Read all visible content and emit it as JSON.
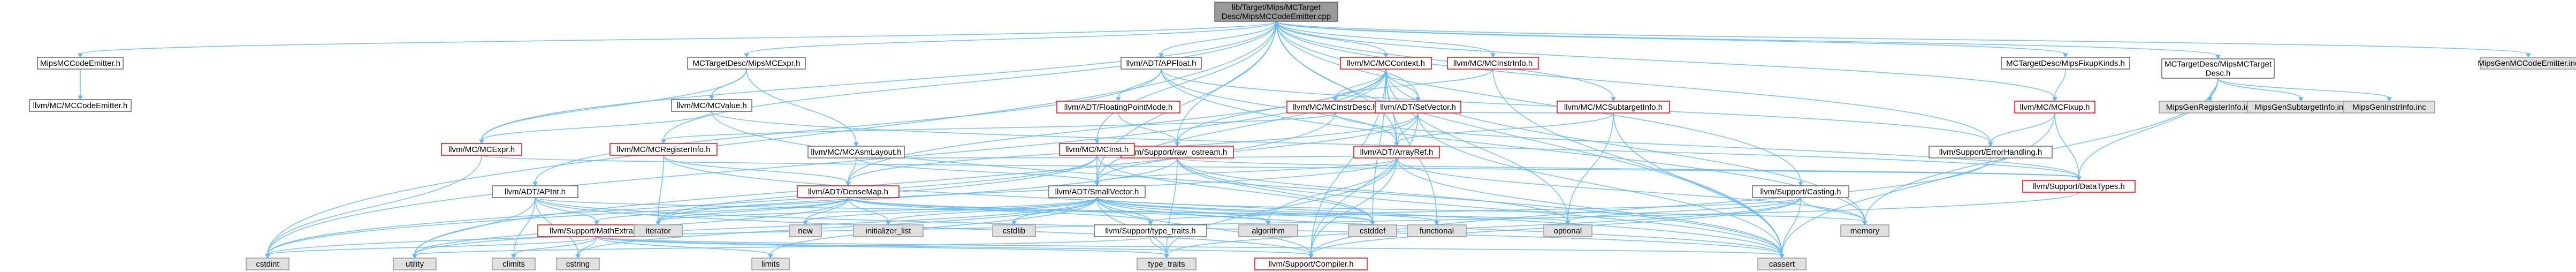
{
  "graph": {
    "colors": {
      "edge": "#63b8ff",
      "root_fill": "#999999",
      "normal_fill": "#ffffff",
      "normal_border": "#666666",
      "red_border": "#ff0000",
      "gray_fill": "#e0e0e0",
      "gray_border": "#999999"
    },
    "nodes": [
      {
        "id": "root",
        "label": [
          "lib/Target/Mips/MCTarget",
          "Desc/MipsMCCodeEmitter.cpp"
        ],
        "style": "root"
      },
      {
        "id": "mipsmcce",
        "label": [
          "MipsMCCodeEmitter.h"
        ],
        "style": "normal"
      },
      {
        "id": "llvmmcce",
        "label": [
          "llvm/MC/MCCodeEmitter.h"
        ],
        "style": "normal"
      },
      {
        "id": "mipsmcexpr",
        "label": [
          "MCTargetDesc/MipsMCExpr.h"
        ],
        "style": "normal"
      },
      {
        "id": "mcvalue",
        "label": [
          "llvm/MC/MCValue.h"
        ],
        "style": "normal"
      },
      {
        "id": "adtapfloat",
        "label": [
          "llvm/ADT/APFloat.h"
        ],
        "style": "normal"
      },
      {
        "id": "mccontext",
        "label": [
          "llvm/MC/MCContext.h"
        ],
        "style": "red"
      },
      {
        "id": "mcinstrinfo",
        "label": [
          "llvm/MC/MCInstrInfo.h"
        ],
        "style": "red"
      },
      {
        "id": "mipsfixupkinds",
        "label": [
          "MCTargetDesc/MipsFixupKinds.h"
        ],
        "style": "normal"
      },
      {
        "id": "mipsmctargetdesc",
        "label": [
          "MCTargetDesc/MipsMCTarget",
          "Desc.h"
        ],
        "style": "normal"
      },
      {
        "id": "mipsgenmcce",
        "label": [
          "MipsGenMCCodeEmitter.inc"
        ],
        "style": "gray"
      },
      {
        "id": "floatingpointmode",
        "label": [
          "llvm/ADT/FloatingPointMode.h"
        ],
        "style": "red"
      },
      {
        "id": "mcinstrdesc",
        "label": [
          "llvm/MC/MCInstrDesc.h"
        ],
        "style": "red"
      },
      {
        "id": "setvector",
        "label": [
          "llvm/ADT/SetVector.h"
        ],
        "style": "red"
      },
      {
        "id": "mcsubtargetinfo",
        "label": [
          "llvm/MC/MCSubtargetInfo.h"
        ],
        "style": "red"
      },
      {
        "id": "mcfixup",
        "label": [
          "llvm/MC/MCFixup.h"
        ],
        "style": "red"
      },
      {
        "id": "mipsgenreginfo",
        "label": [
          "MipsGenRegisterInfo.inc"
        ],
        "style": "gray"
      },
      {
        "id": "mipsgensubtargetinfo",
        "label": [
          "MipsGenSubtargetInfo.inc"
        ],
        "style": "gray"
      },
      {
        "id": "mipsgeninstrinfo",
        "label": [
          "MipsGenInstrInfo.inc"
        ],
        "style": "gray"
      },
      {
        "id": "mcasmlayout",
        "label": [
          "llvm/MC/MCAsmLayout.h"
        ],
        "style": "normal"
      },
      {
        "id": "rawostream",
        "label": [
          "llvm/Support/raw_ostream.h"
        ],
        "style": "red"
      },
      {
        "id": "arrayref",
        "label": [
          "llvm/ADT/ArrayRef.h"
        ],
        "style": "red"
      },
      {
        "id": "errorhandling",
        "label": [
          "llvm/Support/ErrorHandling.h"
        ],
        "style": "normal"
      },
      {
        "id": "mcexpr",
        "label": [
          "llvm/MC/MCExpr.h"
        ],
        "style": "red"
      },
      {
        "id": "mcregisterinfo",
        "label": [
          "llvm/MC/MCRegisterInfo.h"
        ],
        "style": "red"
      },
      {
        "id": "mcinst",
        "label": [
          "llvm/MC/MCInst.h"
        ],
        "style": "red"
      },
      {
        "id": "datatypes",
        "label": [
          "llvm/Support/DataTypes.h"
        ],
        "style": "red"
      },
      {
        "id": "adtapint",
        "label": [
          "llvm/ADT/APInt.h"
        ],
        "style": "normal"
      },
      {
        "id": "densemap",
        "label": [
          "llvm/ADT/DenseMap.h"
        ],
        "style": "red"
      },
      {
        "id": "smallvector",
        "label": [
          "llvm/ADT/SmallVector.h"
        ],
        "style": "normal"
      },
      {
        "id": "casting",
        "label": [
          "llvm/Support/Casting.h"
        ],
        "style": "normal"
      },
      {
        "id": "mathextras",
        "label": [
          "llvm/Support/MathExtras.h"
        ],
        "style": "red"
      },
      {
        "id": "typetraits",
        "label": [
          "llvm/Support/type_traits.h"
        ],
        "style": "normal"
      },
      {
        "id": "new",
        "label": [
          "new"
        ],
        "style": "gray"
      },
      {
        "id": "initlist",
        "label": [
          "initializer_list"
        ],
        "style": "gray"
      },
      {
        "id": "cstdlib",
        "label": [
          "cstdlib"
        ],
        "style": "gray"
      },
      {
        "id": "algorithm",
        "label": [
          "algorithm"
        ],
        "style": "gray"
      },
      {
        "id": "cstddef",
        "label": [
          "cstddef"
        ],
        "style": "gray"
      },
      {
        "id": "functional",
        "label": [
          "functional"
        ],
        "style": "gray"
      },
      {
        "id": "optional",
        "label": [
          "optional"
        ],
        "style": "gray"
      },
      {
        "id": "memory",
        "label": [
          "memory"
        ],
        "style": "gray"
      },
      {
        "id": "iterator",
        "label": [
          "iterator"
        ],
        "style": "gray"
      },
      {
        "id": "cstdint",
        "label": [
          "cstdint"
        ],
        "style": "gray"
      },
      {
        "id": "utility",
        "label": [
          "utility"
        ],
        "style": "gray"
      },
      {
        "id": "climits",
        "label": [
          "climits"
        ],
        "style": "gray"
      },
      {
        "id": "cstring",
        "label": [
          "cstring"
        ],
        "style": "gray"
      },
      {
        "id": "limits",
        "label": [
          "limits"
        ],
        "style": "gray"
      },
      {
        "id": "typetraitsstd",
        "label": [
          "type_traits"
        ],
        "style": "gray"
      },
      {
        "id": "compiler",
        "label": [
          "llvm/Support/Compiler.h"
        ],
        "style": "red"
      },
      {
        "id": "cassert",
        "label": [
          "cassert"
        ],
        "style": "gray"
      }
    ],
    "edges": [
      [
        "root",
        "mipsmcce"
      ],
      [
        "root",
        "mipsmcexpr"
      ],
      [
        "root",
        "adtapfloat"
      ],
      [
        "root",
        "mccontext"
      ],
      [
        "root",
        "mcinstrinfo"
      ],
      [
        "root",
        "mipsfixupkinds"
      ],
      [
        "root",
        "mipsmctargetdesc"
      ],
      [
        "root",
        "mipsgenmcce"
      ],
      [
        "root",
        "mcexpr"
      ],
      [
        "root",
        "mcinst"
      ],
      [
        "root",
        "mcfixup"
      ],
      [
        "root",
        "mcsubtargetinfo"
      ],
      [
        "root",
        "mcregisterinfo"
      ],
      [
        "root",
        "rawostream"
      ],
      [
        "root",
        "cstdint"
      ],
      [
        "root",
        "errorhandling"
      ],
      [
        "root",
        "setvector"
      ],
      [
        "root",
        "arrayref"
      ],
      [
        "root",
        "casting"
      ],
      [
        "root",
        "smallvector"
      ],
      [
        "root",
        "cassert"
      ],
      [
        "mipsmcce",
        "llvmmcce"
      ],
      [
        "mipsmcexpr",
        "mcvalue"
      ],
      [
        "mipsmcexpr",
        "mcasmlayout"
      ],
      [
        "mipsmcexpr",
        "mcexpr"
      ],
      [
        "mcvalue",
        "mcexpr"
      ],
      [
        "mcvalue",
        "datatypes"
      ],
      [
        "mcvalue",
        "cassert"
      ],
      [
        "adtapfloat",
        "floatingpointmode"
      ],
      [
        "adtapfloat",
        "adtapint"
      ],
      [
        "adtapfloat",
        "arrayref"
      ],
      [
        "adtapfloat",
        "errorhandling"
      ],
      [
        "adtapfloat",
        "memory"
      ],
      [
        "mccontext",
        "mcinstrdesc"
      ],
      [
        "mccontext",
        "setvector"
      ],
      [
        "mccontext",
        "rawostream"
      ],
      [
        "mccontext",
        "arrayref"
      ],
      [
        "mccontext",
        "densemap"
      ],
      [
        "mccontext",
        "smallvector"
      ],
      [
        "mccontext",
        "compiler"
      ],
      [
        "mccontext",
        "cstddef"
      ],
      [
        "mccontext",
        "cstdint"
      ],
      [
        "mccontext",
        "functional"
      ],
      [
        "mccontext",
        "memory"
      ],
      [
        "mccontext",
        "optional"
      ],
      [
        "mcinstrinfo",
        "mcinstrdesc"
      ],
      [
        "mcinstrinfo",
        "cassert"
      ],
      [
        "mipsfixupkinds",
        "mcfixup"
      ],
      [
        "mipsmctargetdesc",
        "datatypes"
      ],
      [
        "mipsmctargetdesc",
        "memory"
      ],
      [
        "mipsmctargetdesc",
        "mipsgenreginfo"
      ],
      [
        "mipsmctargetdesc",
        "mipsgensubtargetinfo"
      ],
      [
        "mipsmctargetdesc",
        "mipsgeninstrinfo"
      ],
      [
        "floatingpointmode",
        "rawostream"
      ],
      [
        "mcinstrdesc",
        "mcregisterinfo"
      ],
      [
        "mcinstrdesc",
        "datatypes"
      ],
      [
        "mcinstrdesc",
        "utility"
      ],
      [
        "setvector",
        "arrayref"
      ],
      [
        "setvector",
        "densemap"
      ],
      [
        "setvector",
        "smallvector"
      ],
      [
        "setvector",
        "compiler"
      ],
      [
        "setvector",
        "cassert"
      ],
      [
        "mcsubtargetinfo",
        "arrayref"
      ],
      [
        "mcsubtargetinfo",
        "mcinstrdesc"
      ],
      [
        "mcsubtargetinfo",
        "cassert"
      ],
      [
        "mcsubtargetinfo",
        "optional"
      ],
      [
        "mcfixup",
        "errorhandling"
      ],
      [
        "mcfixup",
        "datatypes"
      ],
      [
        "mcfixup",
        "cassert"
      ],
      [
        "mcasmlayout",
        "arrayref"
      ],
      [
        "mcasmlayout",
        "densemap"
      ],
      [
        "mcasmlayout",
        "smallvector"
      ],
      [
        "rawostream",
        "datatypes"
      ],
      [
        "rawostream",
        "cassert"
      ],
      [
        "rawostream",
        "cstddef"
      ],
      [
        "rawostream",
        "cstdint"
      ],
      [
        "rawostream",
        "optional"
      ],
      [
        "rawostream",
        "typetraitsstd"
      ],
      [
        "arrayref",
        "smallvector"
      ],
      [
        "arrayref",
        "compiler"
      ],
      [
        "arrayref",
        "algorithm"
      ],
      [
        "arrayref",
        "cassert"
      ],
      [
        "arrayref",
        "memory"
      ],
      [
        "arrayref",
        "iterator"
      ],
      [
        "arrayref",
        "typetraitsstd"
      ],
      [
        "errorhandling",
        "compiler"
      ],
      [
        "mcexpr",
        "datatypes"
      ],
      [
        "mcexpr",
        "cstdint"
      ],
      [
        "mcregisterinfo",
        "densemap"
      ],
      [
        "mcregisterinfo",
        "iterator"
      ],
      [
        "mcregisterinfo",
        "cassert"
      ],
      [
        "mcinst",
        "smallvector"
      ],
      [
        "mcinst",
        "cstddef"
      ],
      [
        "mcinst",
        "cstdint"
      ],
      [
        "mcinst",
        "iterator"
      ],
      [
        "adtapint",
        "mathextras"
      ],
      [
        "adtapint",
        "compiler"
      ],
      [
        "adtapint",
        "cassert"
      ],
      [
        "adtapint",
        "climits"
      ],
      [
        "adtapint",
        "cstring"
      ],
      [
        "adtapint",
        "optional"
      ],
      [
        "adtapint",
        "utility"
      ],
      [
        "densemap",
        "mathextras"
      ],
      [
        "densemap",
        "typetraits"
      ],
      [
        "densemap",
        "algorithm"
      ],
      [
        "densemap",
        "new"
      ],
      [
        "densemap",
        "initlist"
      ],
      [
        "densemap",
        "iterator"
      ],
      [
        "densemap",
        "utility"
      ],
      [
        "densemap",
        "cstddef"
      ],
      [
        "smallvector",
        "compiler"
      ],
      [
        "smallvector",
        "typetraits"
      ],
      [
        "smallvector",
        "algorithm"
      ],
      [
        "smallvector",
        "cassert"
      ],
      [
        "smallvector",
        "cstddef"
      ],
      [
        "smallvector",
        "cstdlib"
      ],
      [
        "smallvector",
        "cstring"
      ],
      [
        "smallvector",
        "functional"
      ],
      [
        "smallvector",
        "initlist"
      ],
      [
        "smallvector",
        "iterator"
      ],
      [
        "smallvector",
        "limits"
      ],
      [
        "smallvector",
        "memory"
      ],
      [
        "smallvector",
        "new"
      ],
      [
        "smallvector",
        "typetraitsstd"
      ],
      [
        "smallvector",
        "utility"
      ],
      [
        "casting",
        "compiler"
      ],
      [
        "casting",
        "typetraits"
      ],
      [
        "casting",
        "cassert"
      ],
      [
        "casting",
        "memory"
      ],
      [
        "casting",
        "optional"
      ],
      [
        "casting",
        "typetraitsstd"
      ],
      [
        "mathextras",
        "compiler"
      ],
      [
        "mathextras",
        "cassert"
      ],
      [
        "mathextras",
        "climits"
      ],
      [
        "mathextras",
        "cstdint"
      ],
      [
        "mathextras",
        "cstring"
      ],
      [
        "mathextras",
        "limits"
      ],
      [
        "mathextras",
        "typetraitsstd"
      ],
      [
        "typetraits",
        "typetraitsstd"
      ],
      [
        "typetraits",
        "utility"
      ],
      [
        "datatypes",
        "cstdint"
      ]
    ]
  }
}
